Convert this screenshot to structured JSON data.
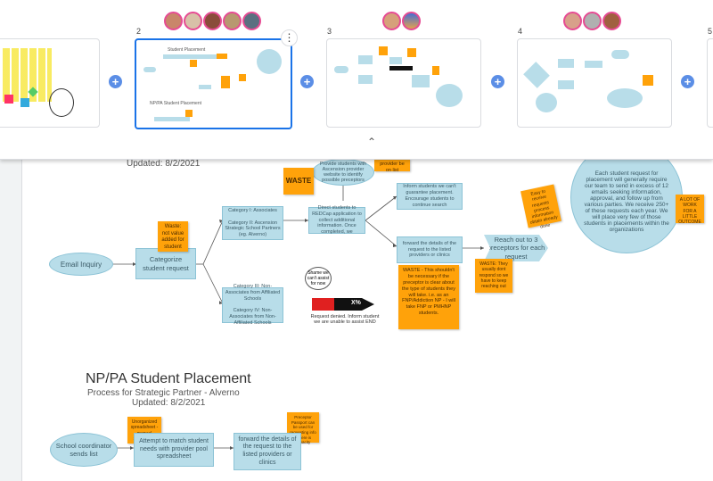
{
  "filmstrip": {
    "frames": [
      {
        "number": "2"
      },
      {
        "number": "3"
      },
      {
        "number": "4"
      },
      {
        "number": "5"
      }
    ],
    "thumb2_title": "Student Placement",
    "thumb2_subtitle": "NP/PA Student Placement",
    "more_icon": "⋮",
    "add_icon": "+",
    "collapse_icon": "⌃"
  },
  "canvas": {
    "updated_top": "Updated: 8/2/2021",
    "nodes": {
      "email_inquiry": "Email Inquiry",
      "categorize": "Categorize student request",
      "cat_associates": "Category I: Associates\n\nCategory II: Ascension Strategic School Partners (eg. Alverno)",
      "cat_non_associates": "Category III: Non-Associates from Affiliated Schools\n\nCategory IV: Non-Associates from Non-Affiliated Schools",
      "direct_redcap": "Direct students to REDCap application to collect additional information. Once completed, we",
      "provide_website": "Provide students with Ascension provider website to identify possible preceptors",
      "inform_students": "Inform students we can't guarantee placement. Encourage students to continue search",
      "forward_details": "forward the details of the request to the listed providers or clinics",
      "reach_out": "Reach out to 3 preceptors for each request",
      "right_circle": "Each student request for placement will generally require our team to send in excess of 12 emails seeking information, approval, and follow up from various parties. We receive 250+ of these requests each year. We will place very few of those students in placements within the organizations"
    },
    "stickies": {
      "waste_value": "Waste: not value added for student",
      "waste_label": "WASTE",
      "waste_top": "provider be on list",
      "waste_preceptor": "WASTE - This shouldn't be necessary if the preceptor is clear about the type of students they will take. i.e. as an FNP/Addiction NP - I will take FNP or PMHNP students.",
      "waste_dont_respond": "WASTE: They usually dont respond so we have to keep reaching out",
      "easy_note": "Easy to receive requests process information obtain already done",
      "lot_of_work": "A LOT OF WORK FOR A LITTLE OUTCOME",
      "unorganized": "Unorganized spreadsheet - manual search and tracking",
      "preceptor_note": "Preceptor Passport can be used for requesting info if there is capacity"
    },
    "speech_bubble": "Shame we can't assist for now",
    "red_arrow_label": "X%",
    "request_denied": "Request denied. Inform student we are unable to assist END",
    "section2": {
      "title": "NP/PA Student Placement",
      "subtitle": "Process for Strategic Partner - Alverno",
      "updated": "Updated: 8/2/2021",
      "school_coord": "School coordinator sends list",
      "attempt_match": "Attempt to match student needs with provider pool spreadsheet",
      "forward_details": "forward the details of the request to the listed providers or clinics"
    }
  }
}
